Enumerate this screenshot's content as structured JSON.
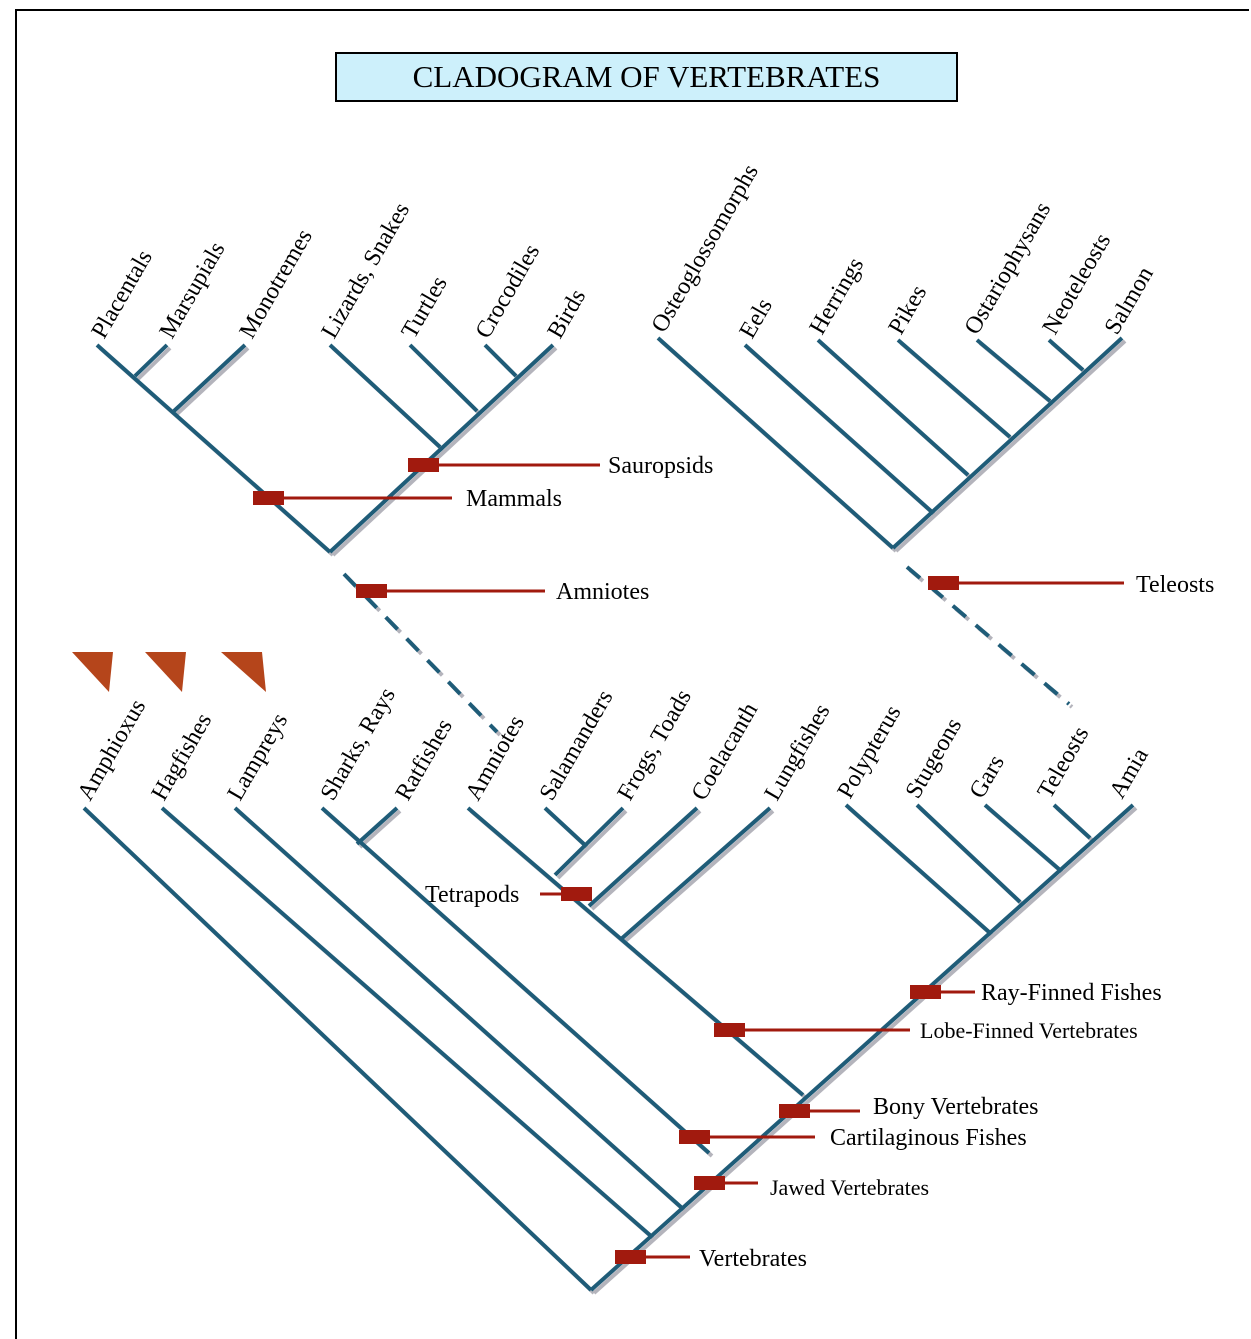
{
  "title": "CLADOGRAM OF VERTEBRATES",
  "amniote_tree": {
    "taxa": [
      "Placentals",
      "Marsupials",
      "Monotremes",
      "Lizards, Snakes",
      "Turtles",
      "Crocodiles",
      "Birds"
    ],
    "clades": [
      "Sauropsids",
      "Mammals",
      "Amniotes"
    ]
  },
  "teleost_tree": {
    "taxa": [
      "Osteoglossomorphs",
      "Eels",
      "Herrings",
      "Pikes",
      "Ostariophysans",
      "Neoteleosts",
      "Salmon"
    ],
    "clades": [
      "Teleosts"
    ]
  },
  "vertebrate_tree": {
    "taxa": [
      "Amphioxus",
      "Hagfishes",
      "Lampreys",
      "Sharks, Rays",
      "Ratfishes",
      "Amniotes",
      "Salamanders",
      "Frogs, Toads",
      "Coelacanth",
      "Lungfishes",
      "Polypterus",
      "Stugeons",
      "Gars",
      "Teleosts",
      "Amia"
    ],
    "clades": [
      "Tetrapods",
      "Ray-Finned Fishes",
      "Lobe-Finned Vertebrates",
      "Bony Vertebrates",
      "Cartilaginous Fishes",
      "Jawed Vertebrates",
      "Vertebrates"
    ]
  },
  "colors": {
    "branch": "#1f5c78",
    "marker": "#a11a0e",
    "title_bg": "#cdf0fb",
    "flag": "#b5451b"
  },
  "icons": [
    "triangle-flag-icon",
    "synapomorphy-marker-icon"
  ]
}
